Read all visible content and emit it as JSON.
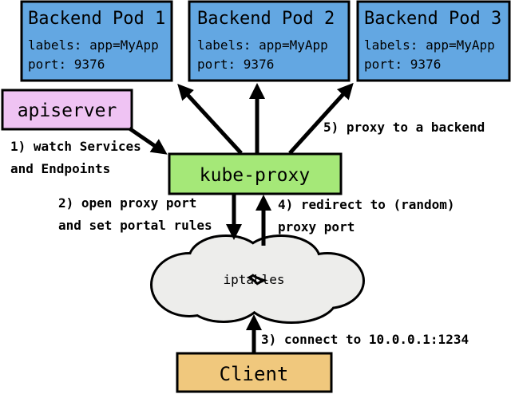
{
  "diagram": {
    "background": "#ffffff",
    "colors": {
      "pod_fill": "#63A7E2",
      "apiserver_fill": "#EFC3F3",
      "kube_proxy_fill": "#A5E878",
      "iptables_fill": "#EDEDEB",
      "client_fill": "#F0C87D",
      "line": "#000000"
    },
    "pods": [
      {
        "title": "Backend Pod 1",
        "labels_line": "labels: app=MyApp",
        "port_line": "port: 9376"
      },
      {
        "title": "Backend Pod 2",
        "labels_line": "labels: app=MyApp",
        "port_line": "port: 9376"
      },
      {
        "title": "Backend Pod 3",
        "labels_line": "labels: app=MyApp",
        "port_line": "port: 9376"
      }
    ],
    "apiserver": {
      "label": "apiserver"
    },
    "kube_proxy": {
      "label": "kube-proxy"
    },
    "iptables": {
      "label": "iptables"
    },
    "client": {
      "label": "Client"
    },
    "steps": {
      "step1": {
        "line1": "1) watch Services",
        "line2": "and Endpoints"
      },
      "step2": {
        "line1": "2) open proxy port",
        "line2": "and set portal rules"
      },
      "step3": {
        "line1": "3) connect to 10.0.0.1:1234"
      },
      "step4": {
        "line1": "4) redirect to (random)",
        "line2": "proxy port"
      },
      "step5": {
        "line1": "5) proxy to a backend"
      }
    }
  }
}
